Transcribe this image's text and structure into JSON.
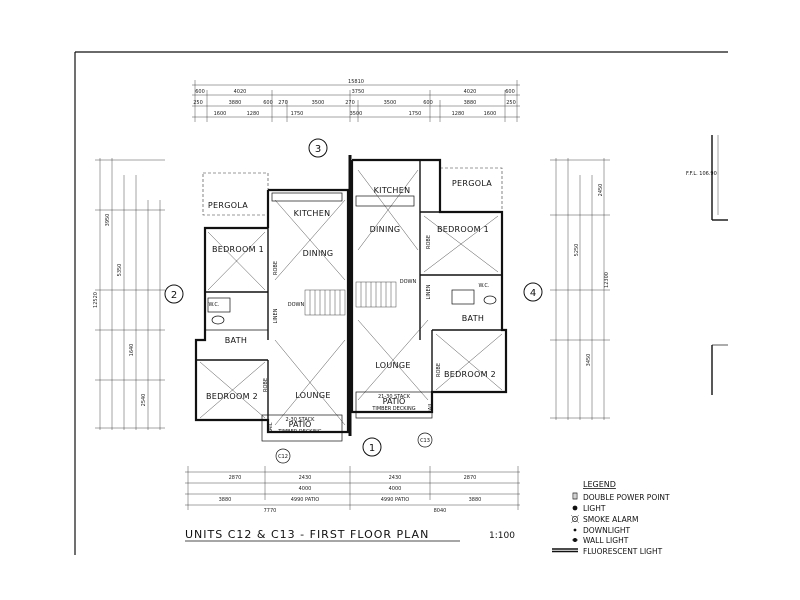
{
  "sheet": {
    "title": "UNITS C12 & C13 - FIRST FLOOR PLAN",
    "scale": "1:100",
    "ffl": "F.F.L. 106.90"
  },
  "grid_markers": [
    "3",
    "2",
    "4",
    "1"
  ],
  "section_markers": [
    "C12",
    "C13"
  ],
  "rooms": {
    "pergola_left": "PERGOLA",
    "pergola_right": "PERGOLA",
    "kitchen_left": "KITCHEN",
    "kitchen_right": "KITCHEN",
    "dining_left": "DINING",
    "dining_right": "DINING",
    "bedroom1_left": "BEDROOM 1",
    "bedroom1_right": "BEDROOM 1",
    "bedroom2_left": "BEDROOM 2",
    "bedroom2_right": "BEDROOM 2",
    "bath_left": "BATH",
    "bath_right": "BATH",
    "lounge_left": "LOUNGE",
    "lounge_right": "LOUNGE",
    "robe": "ROBE",
    "linen": "LINEN",
    "down": "DOWN",
    "wc": "W.C.",
    "rail": "RAIL",
    "patio_left": "2-30 STACK\nPATIO\nTIMBER DECKING",
    "patio_right": "21-30 STACK\nPATIO\nTIMBER DECKING"
  },
  "dimensions": {
    "top_overall": "15810",
    "top_row2": [
      "600",
      "4020",
      "3750",
      "4020",
      "600"
    ],
    "top_row3": [
      "250",
      "3880",
      "600",
      "270",
      "3500",
      "270",
      "3500",
      "600",
      "3880",
      "250"
    ],
    "top_row4": [
      "1600",
      "1280",
      "1750",
      "3500",
      "1750",
      "1280",
      "1600"
    ],
    "bottom_row1": [
      "2870",
      "2430",
      "2430",
      "2870"
    ],
    "bottom_row2": [
      "4000",
      "4000"
    ],
    "bottom_row3": [
      "3880",
      "4990 PATIO",
      "4990 PATIO",
      "3880"
    ],
    "bottom_row4": [
      "7770",
      "8040"
    ],
    "left_vertical": [
      "12520",
      "3950",
      "5350",
      "1640",
      "2540"
    ],
    "right_vertical": [
      "12300",
      "5250",
      "3450",
      "2450"
    ]
  },
  "legend": {
    "title": "LEGEND",
    "items": [
      {
        "icon": "double-power-point-icon",
        "label": "DOUBLE POWER POINT"
      },
      {
        "icon": "light-icon",
        "label": "LIGHT"
      },
      {
        "icon": "smoke-alarm-icon",
        "label": "SMOKE ALARM"
      },
      {
        "icon": "downlight-icon",
        "label": "DOWNLIGHT"
      },
      {
        "icon": "wall-light-icon",
        "label": "WALL LIGHT"
      },
      {
        "icon": "fluorescent-light-icon",
        "label": "FLUORESCENT LIGHT"
      }
    ]
  }
}
